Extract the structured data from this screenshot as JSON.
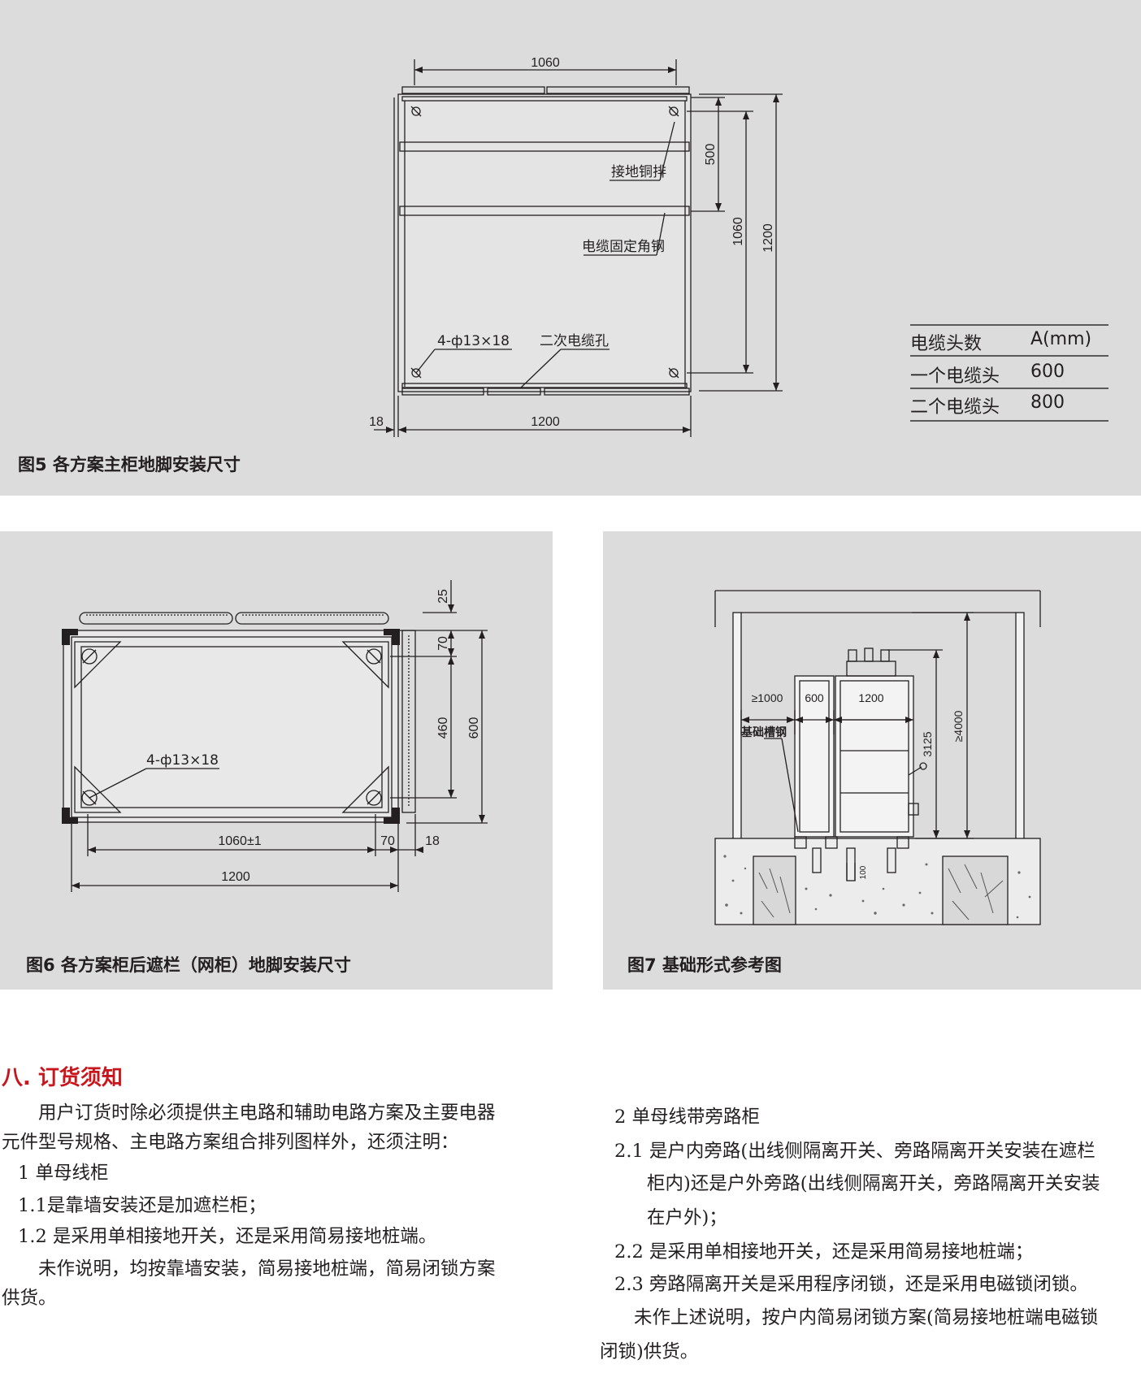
{
  "fig5": {
    "caption": "图5 各方案主柜地脚安装尺寸",
    "dims": {
      "top": "1060",
      "d500": "500",
      "d1060": "1060",
      "d1200": "1200",
      "left18": "18",
      "bottom": "1200"
    },
    "labels": {
      "ground": "接地铜排",
      "angle": "电缆固定角钢",
      "holes": "4-ф13×18",
      "cable_hole": "二次电缆孔"
    },
    "table": {
      "header": [
        "电缆头数",
        "A(mm)"
      ],
      "rows": [
        [
          "一个电缆头",
          "600"
        ],
        [
          "二个电缆头",
          "800"
        ]
      ]
    }
  },
  "fig6": {
    "caption": "图6 各方案柜后遮栏（网柜）地脚安装尺寸",
    "dims": {
      "d25": "25",
      "d70r": "70",
      "d460": "460",
      "d600": "600",
      "d1060": "1060±1",
      "d70b": "70",
      "d18": "18",
      "d1200": "1200"
    },
    "labels": {
      "holes": "4-ф13×18"
    }
  },
  "fig7": {
    "caption": "图7 基础形式参考图",
    "dims": {
      "d1000": "≥1000",
      "d600": "600",
      "d1200": "1200",
      "d3125": "3125",
      "d4000": "≥4000",
      "d100": "100"
    },
    "labels": {
      "channel": "基础槽钢"
    }
  },
  "section": {
    "title": "八. 订货须知",
    "left": [
      "用户订货时除必须提供主电路和辅助电路方案及主要电器",
      "元件型号规格、主电路方案组合排列图样外，还须注明：",
      "1 单母线柜",
      "1.1是靠墙安装还是加遮栏柜；",
      "1.2 是采用单相接地开关，还是采用简易接地桩端。",
      "未作说明，均按靠墙安装，简易接地桩端，简易闭锁方案",
      "供货。"
    ],
    "right": [
      "2 单母线带旁路柜",
      "2.1 是户内旁路(出线侧隔离开关、旁路隔离开关安装在遮栏",
      "柜内)还是户外旁路(出线侧隔离开关，旁路隔离开关安装",
      "在户外)；",
      "2.2 是采用单相接地开关，还是采用简易接地桩端；",
      "2.3 旁路隔离开关是采用程序闭锁，还是采用电磁锁闭锁。",
      "未作上述说明，按户内简易闭锁方案(简易接地桩端电磁锁",
      "闭锁)供货。"
    ]
  },
  "colors": {
    "panel": "#dcdcdd",
    "accent": "#c8161d",
    "ink": "#231f20"
  }
}
